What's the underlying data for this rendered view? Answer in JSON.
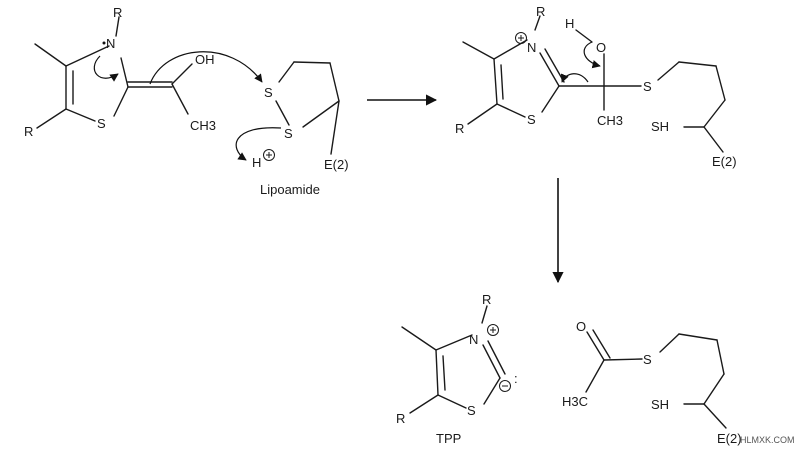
{
  "atoms": {
    "R": "R",
    "N": "N",
    "S": "S",
    "OH": "OH",
    "O": "O",
    "H": "H",
    "CH3": "CH3",
    "H3C": "H3C",
    "SH": "SH",
    "E2": "E(2)",
    "lone_pair": ":"
  },
  "labels": {
    "lipoamide": "Lipoamide",
    "tpp": "TPP"
  },
  "watermark": "HLMXK.COM"
}
